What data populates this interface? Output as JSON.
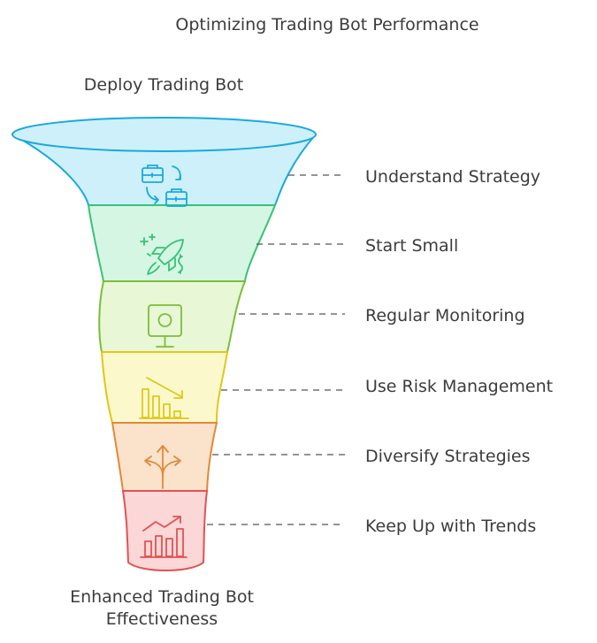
{
  "title": "Optimizing Trading Bot Performance",
  "top_label": "Deploy Trading Bot",
  "bottom_label": [
    "Enhanced Trading Bot",
    "Effectiveness"
  ],
  "stages": [
    {
      "label": "Understand Strategy",
      "icon": "briefcase-swap-icon",
      "fill": "#cdf0fb",
      "stroke": "#1aa9dc"
    },
    {
      "label": "Start Small",
      "icon": "rocket-icon",
      "fill": "#d5f6e3",
      "stroke": "#37c277"
    },
    {
      "label": "Regular Monitoring",
      "icon": "monitor-icon",
      "fill": "#e8f7d6",
      "stroke": "#7dbd3a"
    },
    {
      "label": "Use Risk Management",
      "icon": "declining-chart-icon",
      "fill": "#fbf8cc",
      "stroke": "#e0c818"
    },
    {
      "label": "Diversify Strategies",
      "icon": "split-arrows-icon",
      "fill": "#fbe2cb",
      "stroke": "#e0893a"
    },
    {
      "label": "Keep Up with Trends",
      "icon": "rising-chart-icon",
      "fill": "#fbd7d7",
      "stroke": "#e05353"
    }
  ]
}
